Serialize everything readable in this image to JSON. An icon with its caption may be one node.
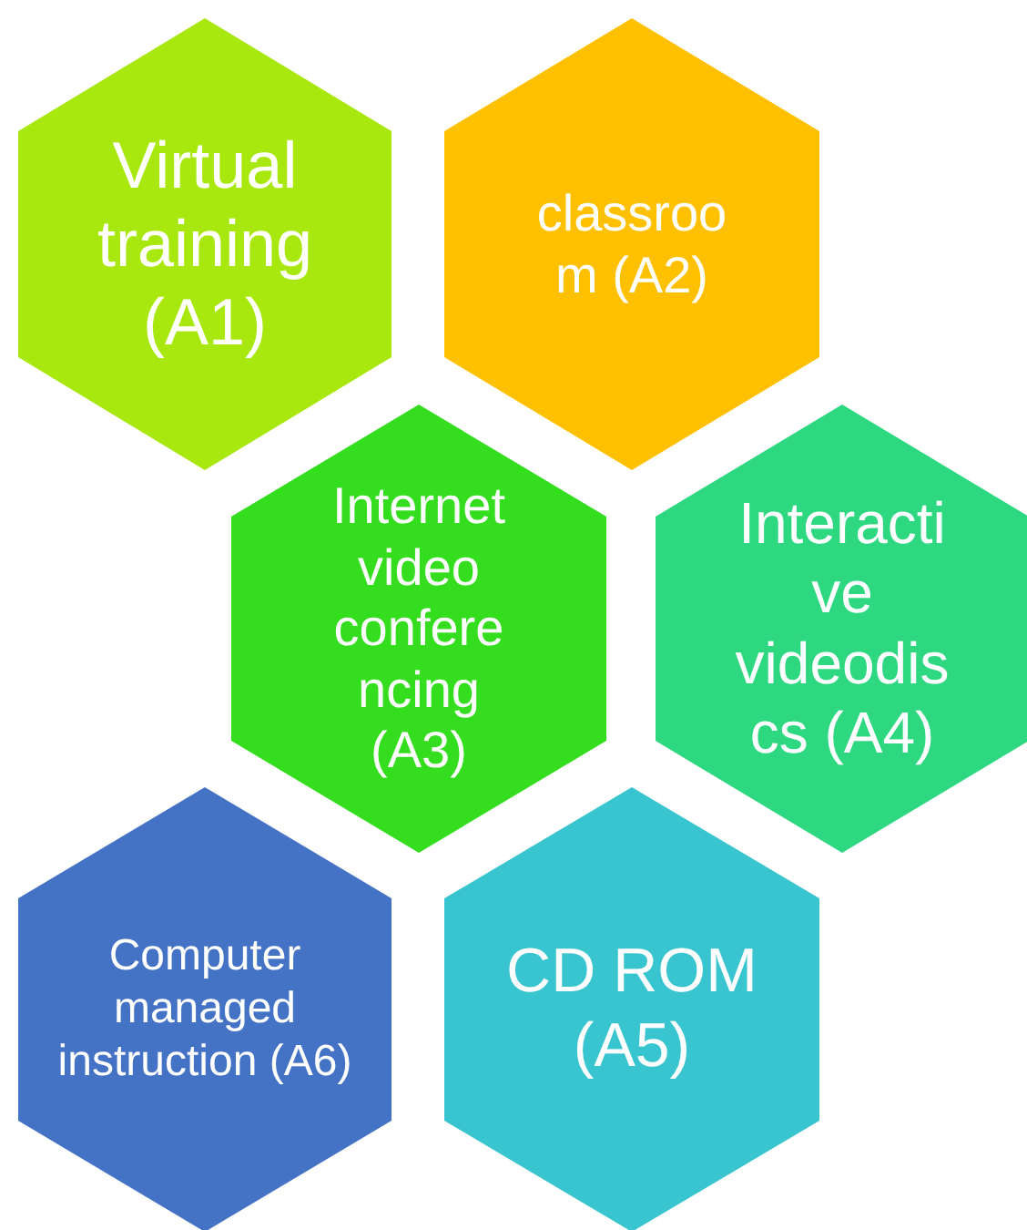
{
  "diagram": {
    "nodes": [
      {
        "text": [
          "Virtual training (A1)"
        ]
      },
      {
        "text": [
          "classroom (A2)"
        ]
      },
      {
        "text": [
          "Internet video conferencing (A3)"
        ]
      },
      {
        "text": [
          "Interactive videodiscs (A4)"
        ]
      },
      {
        "text": [
          "Computer managed instruction (A6)"
        ]
      },
      {
        "text": [
          "CD ROM (A5)"
        ]
      }
    ]
  }
}
